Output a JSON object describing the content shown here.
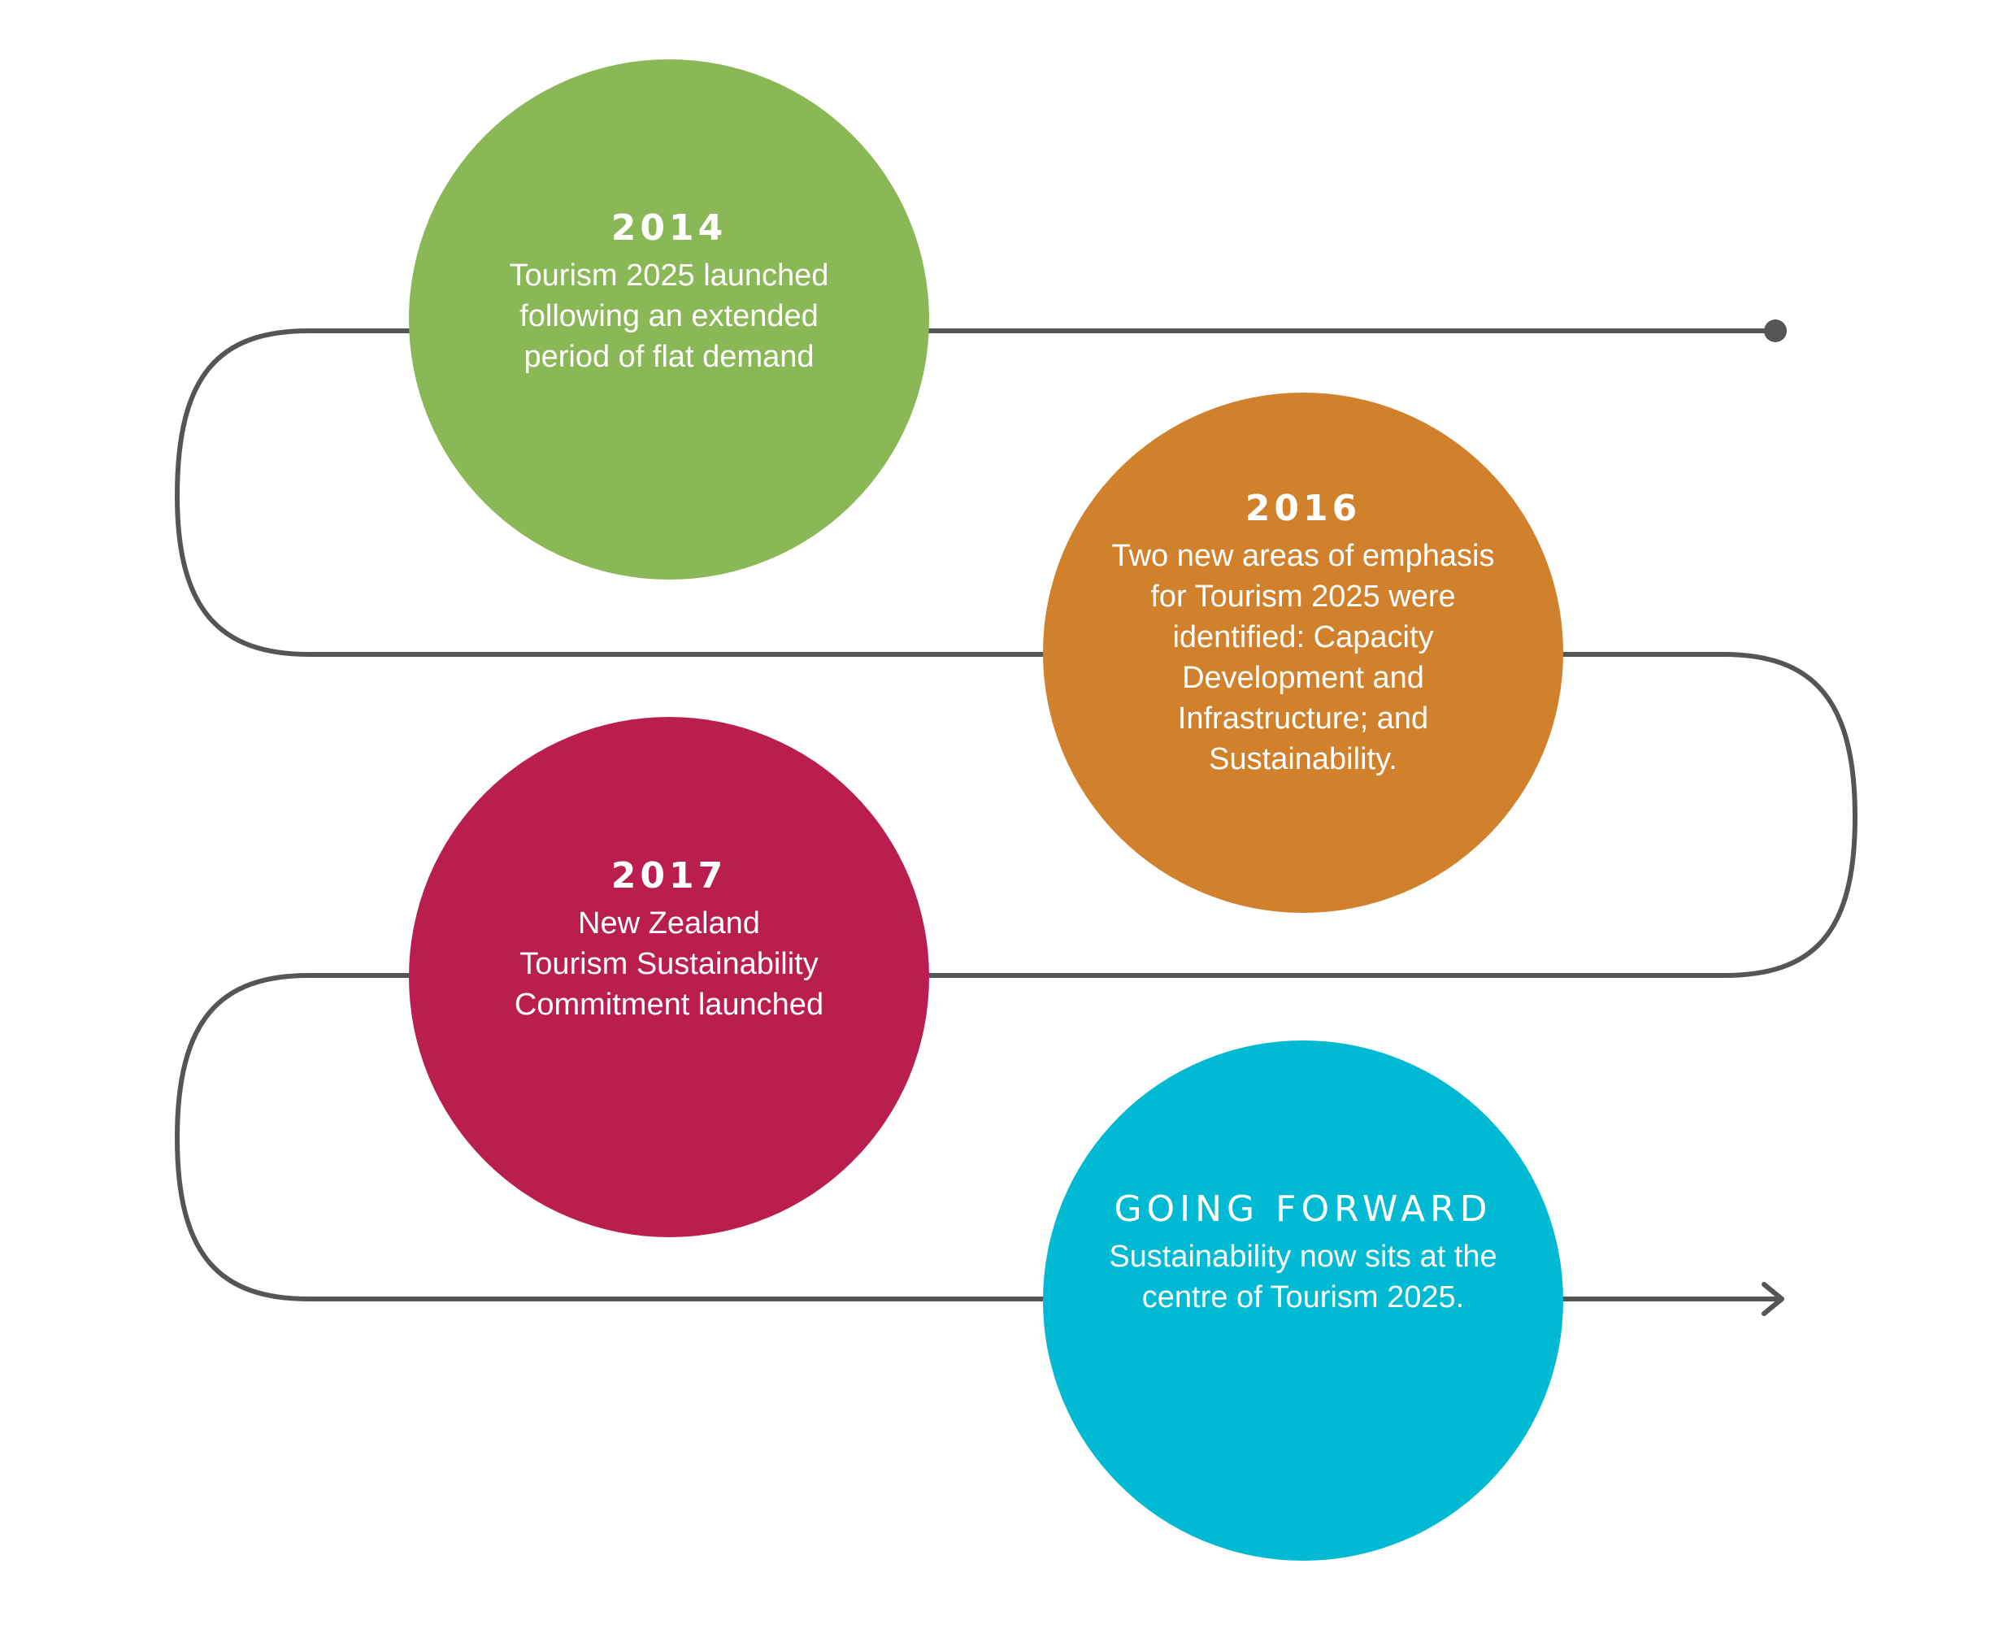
{
  "colors": {
    "path": "#555555",
    "milestone_2014": "#8ab856",
    "milestone_2016": "#d1802c",
    "milestone_2017": "#b91e4f",
    "milestone_forward": "#00b9d2",
    "text": "#ffffff"
  },
  "milestones": [
    {
      "heading": "2014",
      "lines": [
        "Tourism 2025 launched",
        "following an extended",
        "period of flat demand"
      ]
    },
    {
      "heading": "2016",
      "lines": [
        "Two new areas of emphasis",
        "for Tourism 2025 were",
        "identified: Capacity",
        "Development and",
        "Infrastructure; and",
        "Sustainability."
      ]
    },
    {
      "heading": "2017",
      "lines": [
        "New Zealand",
        "Tourism Sustainability",
        "Commitment launched"
      ]
    },
    {
      "heading": "GOING FORWARD",
      "lines": [
        "Sustainability now sits at the",
        "centre of Tourism 2025."
      ]
    }
  ]
}
